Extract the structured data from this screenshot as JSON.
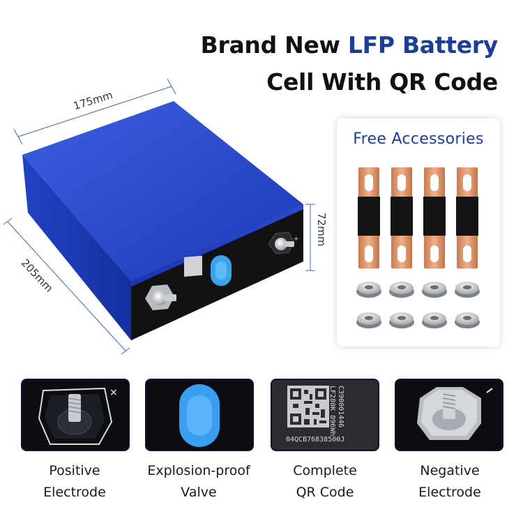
{
  "headline": {
    "line1_prefix": "Brand New ",
    "line1_accent": "LFP Battery",
    "line2": "Cell With QR Code"
  },
  "dimensions": {
    "width": "175mm",
    "depth": "205mm",
    "height": "72mm"
  },
  "accessories": {
    "title": "Free Accessories"
  },
  "details": [
    {
      "line1": "Positive",
      "line2": "Electrode",
      "icon": "positive-electrode"
    },
    {
      "line1": "Explosion-proof",
      "line2": "Valve",
      "icon": "explosion-proof-valve"
    },
    {
      "line1": "Complete",
      "line2": "QR Code",
      "icon": "qr-code"
    },
    {
      "line1": "Negative",
      "line2": "Electrode",
      "icon": "negative-electrode"
    }
  ],
  "qr_label": {
    "side_line1": "C390001446",
    "side_line2": "LF280K 896Wh",
    "bottom": "04QCB76838500J"
  },
  "colors": {
    "accent": "#1d3e96",
    "battery_blue": "#1f3fc0",
    "copper": "#d98f62"
  }
}
